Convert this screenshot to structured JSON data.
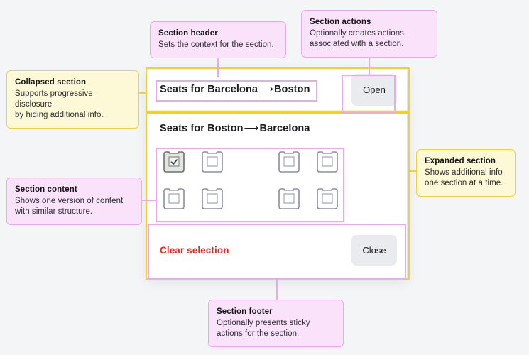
{
  "annotations": [
    {
      "id": "section-header",
      "title": "Section header",
      "body": "Sets the context for the section."
    },
    {
      "id": "section-actions",
      "title": "Section actions",
      "body": "Optionally creates actions\nassociated with a section."
    },
    {
      "id": "collapsed-section",
      "title": "Collapsed section",
      "body": "Supports progressive disclosure\nby hiding additional info."
    },
    {
      "id": "expanded-section",
      "title": "Expanded section",
      "body": "Shows additional info\none section at a time."
    },
    {
      "id": "section-content",
      "title": "Section content",
      "body": "Shows one version of content\nwith similar structure."
    },
    {
      "id": "section-footer",
      "title": "Section footer",
      "body": "Optionally presents sticky\nactions for the section."
    }
  ],
  "card": {
    "collapsed_section": {
      "title_prefix": "Seats for Barcelona",
      "arrow": "⟶",
      "title_suffix": "Boston",
      "action_label": "Open"
    },
    "expanded_section": {
      "title_prefix": "Seats for Boston",
      "arrow": "⟶",
      "title_suffix": "Barcelona",
      "seats": [
        {
          "row": 1,
          "col": 1,
          "selected": true,
          "label": "seat-1A"
        },
        {
          "row": 1,
          "col": 2,
          "selected": false,
          "label": "seat-1B"
        },
        {
          "row": 1,
          "col": 4,
          "selected": false,
          "label": "seat-1C"
        },
        {
          "row": 1,
          "col": 5,
          "selected": false,
          "label": "seat-1D"
        },
        {
          "row": 2,
          "col": 1,
          "selected": false,
          "label": "seat-2A"
        },
        {
          "row": 2,
          "col": 2,
          "selected": false,
          "label": "seat-2B"
        },
        {
          "row": 2,
          "col": 4,
          "selected": false,
          "label": "seat-2C"
        },
        {
          "row": 2,
          "col": 5,
          "selected": false,
          "label": "seat-2D"
        }
      ]
    },
    "footer": {
      "clear_label": "Clear selection",
      "close_label": "Close"
    }
  },
  "colors": {
    "page_bg": "#f4f5f7",
    "callout_pink_bg": "#fbe2fb",
    "callout_pink_border": "#e9a8ef",
    "callout_yellow_bg": "#fdf8d6",
    "callout_yellow_border": "#f2d23a",
    "highlight_pink": "#eba8f0",
    "highlight_yellow": "#f5d21f",
    "danger_text": "#e8251f",
    "button_bg": "#e9ebef",
    "seat_outline": "#8b8da3",
    "seat_selected_fill": "#e3e5e2"
  }
}
